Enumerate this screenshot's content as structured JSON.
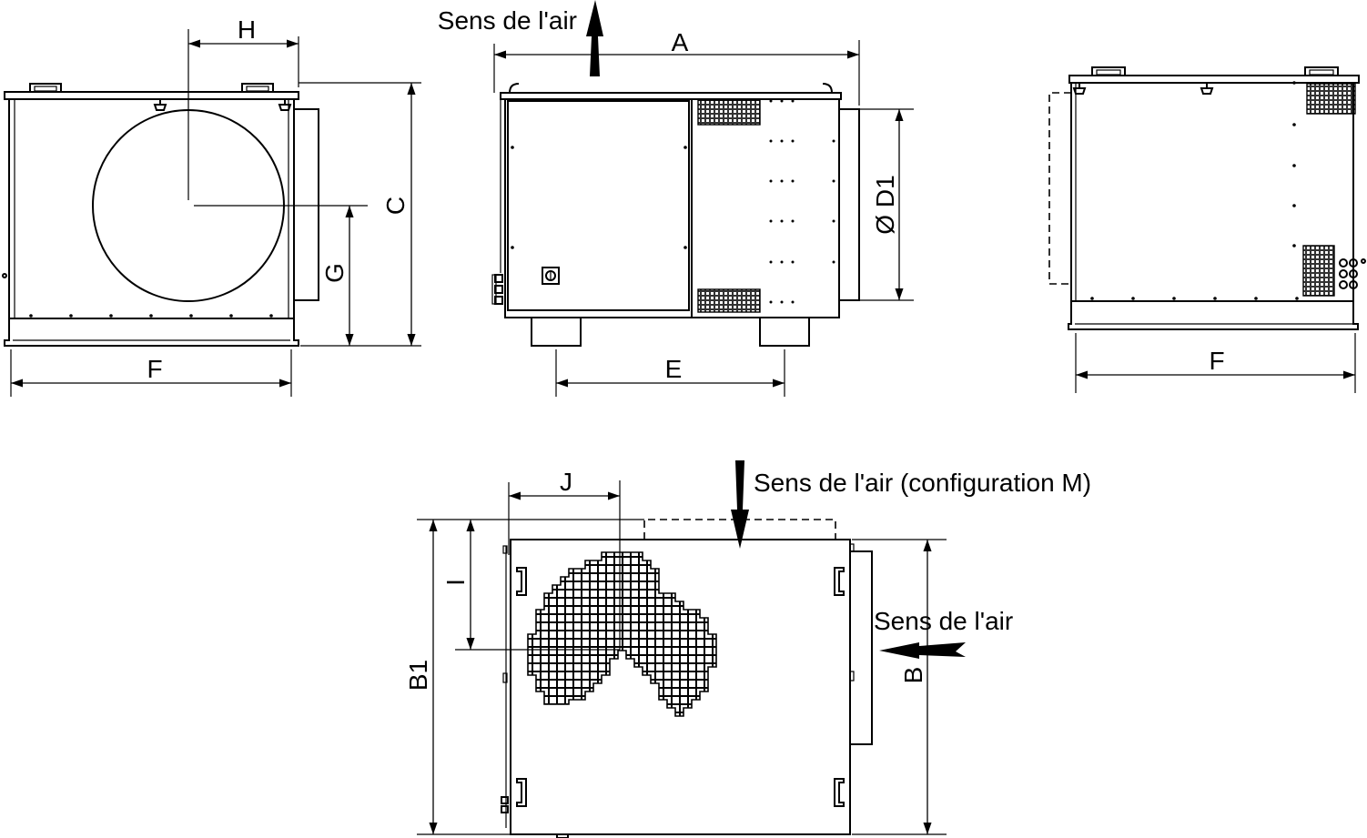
{
  "labels": {
    "air_top": "Sens de l'air",
    "air_config_m": "Sens de l'air (configuration M)",
    "air_side": "Sens de l'air",
    "dim_H": "H",
    "dim_C": "C",
    "dim_G": "G",
    "dim_F_left": "F",
    "dim_A": "A",
    "dim_D1": "Ø D1",
    "dim_E": "E",
    "dim_F_right": "F",
    "dim_J": "J",
    "dim_I": "I",
    "dim_B1": "B1",
    "dim_B": "B"
  }
}
